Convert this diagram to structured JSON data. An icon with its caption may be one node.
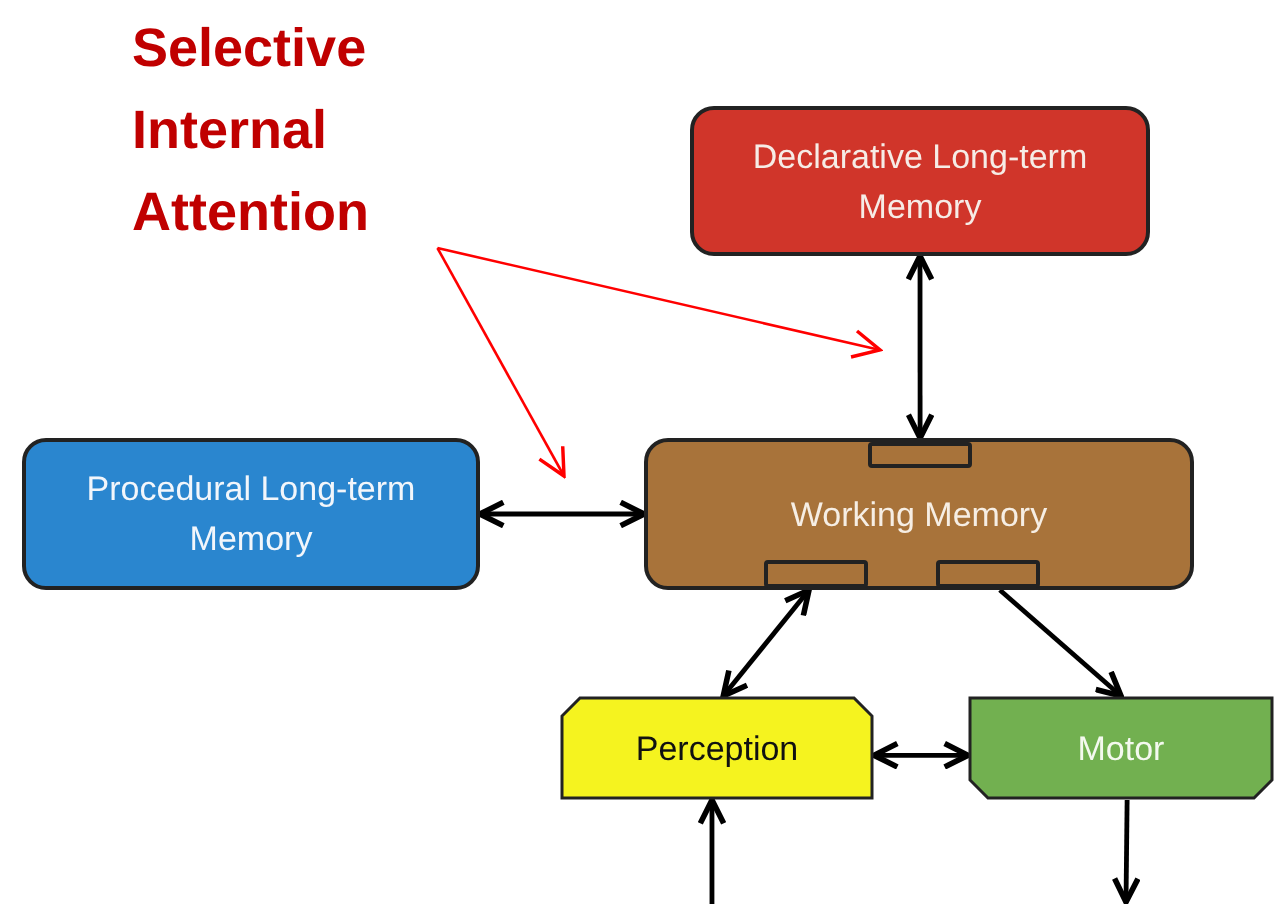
{
  "diagram": {
    "nodes": [
      {
        "text": [
          "Selective Internal Attention"
        ]
      },
      {
        "text": [
          "Declarative Long-term Memory"
        ]
      },
      {
        "text": [
          "Procedural Long-term Memory"
        ]
      },
      {
        "text": [
          "Working Memory"
        ]
      },
      {
        "text": [
          "Perception"
        ]
      },
      {
        "text": [
          "Motor"
        ]
      }
    ],
    "edges": [
      {
        "from": 0,
        "to": null,
        "arrow": "to",
        "color": "#ff0000"
      },
      {
        "from": 0,
        "to": null,
        "arrow": "to",
        "color": "#ff0000"
      },
      {
        "from": 1,
        "to": 3,
        "arrow": "both"
      },
      {
        "from": 2,
        "to": 3,
        "arrow": "both"
      },
      {
        "from": 3,
        "to": 4,
        "arrow": "both"
      },
      {
        "from": 3,
        "to": 5,
        "arrow": "to"
      },
      {
        "from": 4,
        "to": 5,
        "arrow": "both"
      },
      {
        "from": null,
        "to": 4,
        "arrow": "to"
      },
      {
        "from": 5,
        "to": null,
        "arrow": "to"
      }
    ]
  }
}
